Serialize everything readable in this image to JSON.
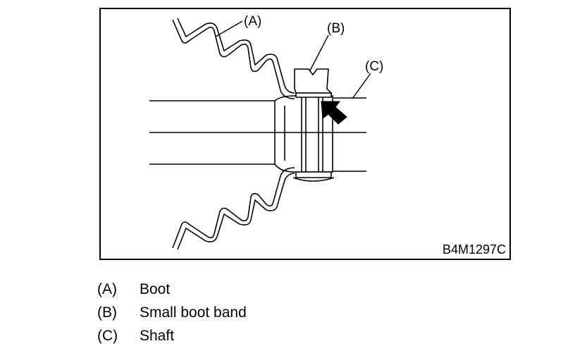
{
  "figure": {
    "callouts": {
      "a": "(A)",
      "b": "(B)",
      "c": "(C)"
    },
    "code": "B4M1297C"
  },
  "legend": [
    {
      "key": "(A)",
      "text": "Boot"
    },
    {
      "key": "(B)",
      "text": "Small boot band"
    },
    {
      "key": "(C)",
      "text": "Shaft"
    }
  ]
}
